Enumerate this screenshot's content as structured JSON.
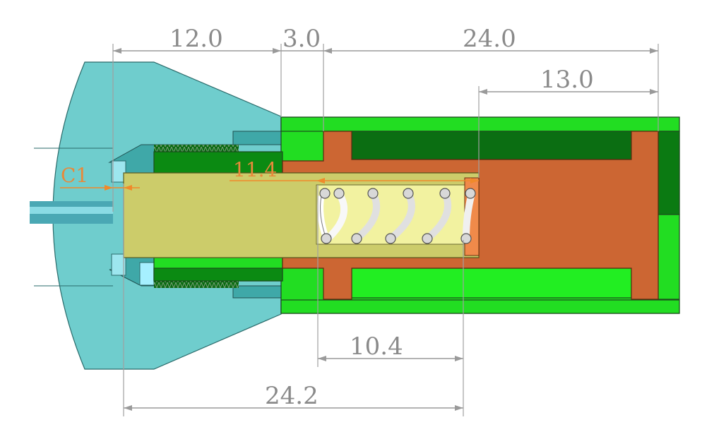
{
  "dimensions": {
    "d1": "12.0",
    "d2": "3.0",
    "d3": "24.0",
    "d4": "13.0",
    "d5": "10.4",
    "d6": "24.2",
    "d7": "11.4",
    "d8": "C1"
  },
  "colors": {
    "nut": "#6fcdcd",
    "body": "#22dd22",
    "body_dark": "#0a7a12",
    "piston": "#cc6633",
    "plunger": "#cccc6a",
    "spring_bg": "#f2f2a0",
    "dimension": "#8a8a8a",
    "annotation": "#f08a2a"
  }
}
